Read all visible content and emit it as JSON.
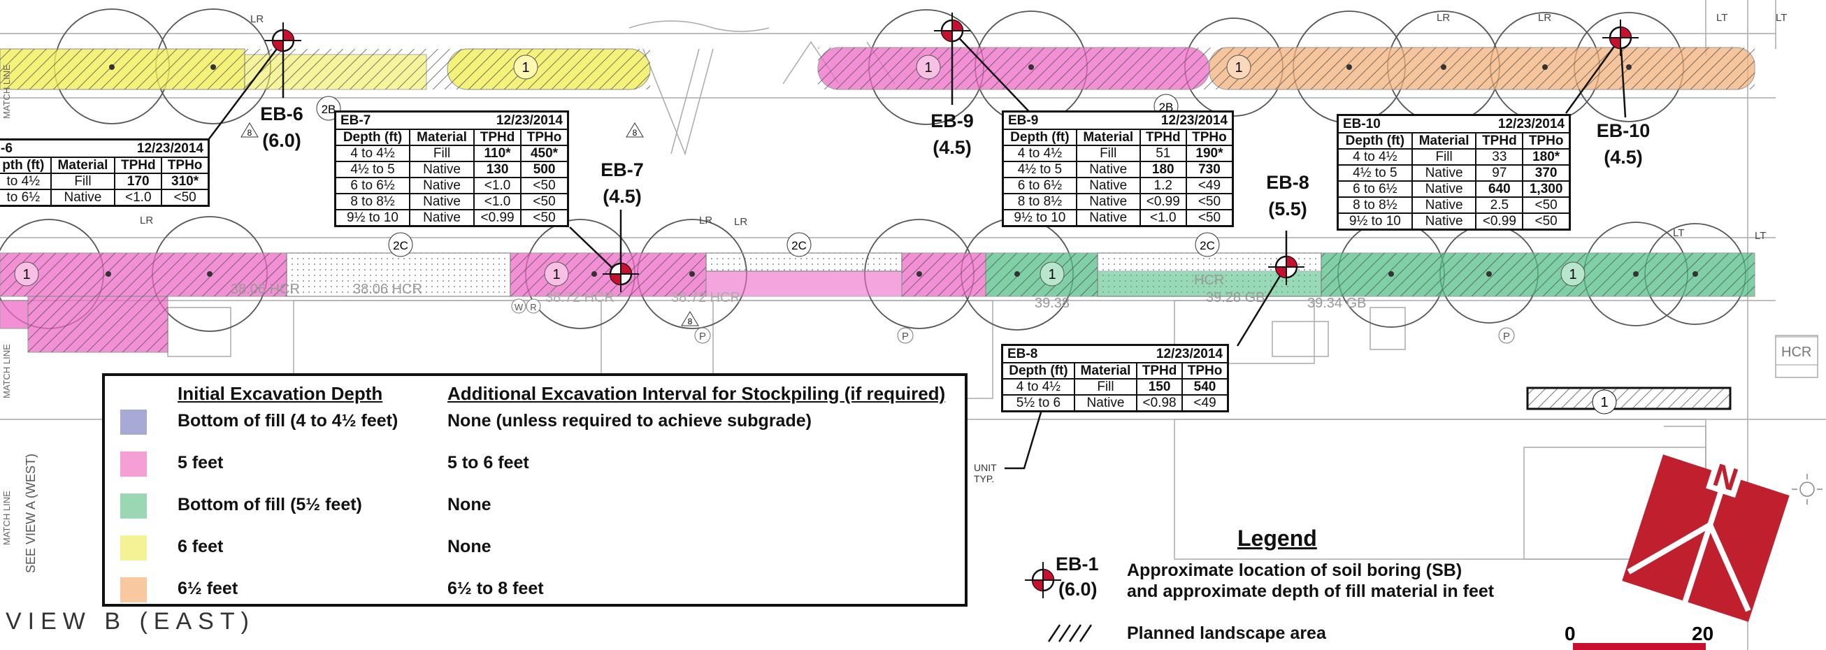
{
  "borings": [
    {
      "id": "EB-6",
      "depth": "(6.0)"
    },
    {
      "id": "EB-7",
      "depth": "(4.5)"
    },
    {
      "id": "EB-9",
      "depth": "(4.5)"
    },
    {
      "id": "EB-8",
      "depth": "(5.5)"
    },
    {
      "id": "EB-10",
      "depth": "(4.5)"
    }
  ],
  "tables": [
    {
      "name": "-6",
      "date": "12/23/2014",
      "headers": [
        "pth (ft)",
        "Material",
        "TPHd",
        "TPHo"
      ],
      "rows": [
        [
          "to 4½",
          "Fill",
          "170",
          "310*"
        ],
        [
          "to 6½",
          "Native",
          "<1.0",
          "<50"
        ]
      ],
      "bold": [
        [
          false,
          false,
          true,
          true
        ],
        [
          false,
          false,
          false,
          false
        ]
      ]
    },
    {
      "name": "EB-7",
      "date": "12/23/2014",
      "headers": [
        "Depth (ft)",
        "Material",
        "TPHd",
        "TPHo"
      ],
      "rows": [
        [
          "4 to 4½",
          "Fill",
          "110*",
          "450*"
        ],
        [
          "4½ to 5",
          "Native",
          "130",
          "500"
        ],
        [
          "6 to 6½",
          "Native",
          "<1.0",
          "<50"
        ],
        [
          "8 to 8½",
          "Native",
          "<1.0",
          "<50"
        ],
        [
          "9½ to 10",
          "Native",
          "<0.99",
          "<50"
        ]
      ],
      "bold": [
        [
          false,
          false,
          true,
          true
        ],
        [
          false,
          false,
          true,
          true
        ],
        [
          false,
          false,
          false,
          false
        ],
        [
          false,
          false,
          false,
          false
        ],
        [
          false,
          false,
          false,
          false
        ]
      ]
    },
    {
      "name": "EB-9",
      "date": "12/23/2014",
      "headers": [
        "Depth (ft)",
        "Material",
        "TPHd",
        "TPHo"
      ],
      "rows": [
        [
          "4 to 4½",
          "Fill",
          "51",
          "190*"
        ],
        [
          "4½ to 5",
          "Native",
          "180",
          "730"
        ],
        [
          "6 to 6½",
          "Native",
          "1.2",
          "<49"
        ],
        [
          "8 to 8½",
          "Native",
          "<0.99",
          "<50"
        ],
        [
          "9½ to 10",
          "Native",
          "<1.0",
          "<50"
        ]
      ],
      "bold": [
        [
          false,
          false,
          false,
          true
        ],
        [
          false,
          false,
          true,
          true
        ],
        [
          false,
          false,
          false,
          false
        ],
        [
          false,
          false,
          false,
          false
        ],
        [
          false,
          false,
          false,
          false
        ]
      ]
    },
    {
      "name": "EB-10",
      "date": "12/23/2014",
      "headers": [
        "Depth (ft)",
        "Material",
        "TPHd",
        "TPHo"
      ],
      "rows": [
        [
          "4 to 4½",
          "Fill",
          "33",
          "180*"
        ],
        [
          "4½ to 5",
          "Native",
          "97",
          "370"
        ],
        [
          "6 to 6½",
          "Native",
          "640",
          "1,300"
        ],
        [
          "8 to 8½",
          "Native",
          "2.5",
          "<50"
        ],
        [
          "9½ to 10",
          "Native",
          "<0.99",
          "<50"
        ]
      ],
      "bold": [
        [
          false,
          false,
          false,
          true
        ],
        [
          false,
          false,
          false,
          true
        ],
        [
          false,
          false,
          true,
          true
        ],
        [
          false,
          false,
          false,
          false
        ],
        [
          false,
          false,
          false,
          false
        ]
      ]
    },
    {
      "name": "EB-8",
      "date": "12/23/2014",
      "headers": [
        "Depth (ft)",
        "Material",
        "TPHd",
        "TPHo"
      ],
      "rows": [
        [
          "4 to 4½",
          "Fill",
          "150",
          "540"
        ],
        [
          "5½ to 6",
          "Native",
          "<0.98",
          "<49"
        ]
      ],
      "bold": [
        [
          false,
          false,
          true,
          true
        ],
        [
          false,
          false,
          false,
          false
        ]
      ]
    }
  ],
  "excavation_key": {
    "heading_depth": "Initial Excavation Depth",
    "heading_interval": "Additional Excavation Interval for Stockpiling (if required)",
    "rows": [
      {
        "color": "#a9a9d6",
        "depth": "Bottom of fill (4 to 4½ feet)",
        "interval": "None (unless required to achieve subgrade)"
      },
      {
        "color": "#f59fd6",
        "depth": "5 feet",
        "interval": "5 to 6 feet"
      },
      {
        "color": "#9ad7b2",
        "depth": "Bottom of fill (5½ feet)",
        "interval": "None"
      },
      {
        "color": "#f5f296",
        "depth": "6 feet",
        "interval": "None"
      },
      {
        "color": "#f8c9a1",
        "depth": "6½ feet",
        "interval": "6½ to 8 feet"
      }
    ]
  },
  "legend": {
    "title": "Legend",
    "sample_id": "EB-1",
    "sample_depth": "(6.0)",
    "boring_line1": "Approximate location of soil boring (SB)",
    "boring_line2": "and approximate depth of fill material in feet",
    "landscape": "Planned landscape area"
  },
  "scale": {
    "zero": "0",
    "twenty": "20"
  },
  "north": "N",
  "plan_labels": {
    "lr": "LR",
    "lt": "LT",
    "hcr": "HCR",
    "match_line": "MATCH LINE",
    "see_view": "SEE VIEW A (WEST)",
    "unit_typ_1": "UNIT",
    "unit_typ_2": "TYP.",
    "spot_1": "38.06 HCR",
    "spot_2": "38.06 HCR",
    "spot_3": "38.72 HCR",
    "spot_4": "38.72 HCR",
    "spot_5": "39.38",
    "spot_6": "39.28 GB",
    "spot_7": "39.34 GB",
    "spot_8": "HCR",
    "tag_1": "1",
    "tag_2b": "2B",
    "tag_2c": "2C",
    "tag_8": "8",
    "tag_p": "P",
    "tag_w": "W",
    "tag_r": "R"
  },
  "view_label": "VIEW B (EAST)",
  "colors": {
    "pink": "#f06ac8",
    "yellow": "#f3ef5a",
    "green": "#55c08a",
    "orange": "#f5b27a",
    "marker": "#c8102e",
    "north_arrow": "#c0202e"
  }
}
